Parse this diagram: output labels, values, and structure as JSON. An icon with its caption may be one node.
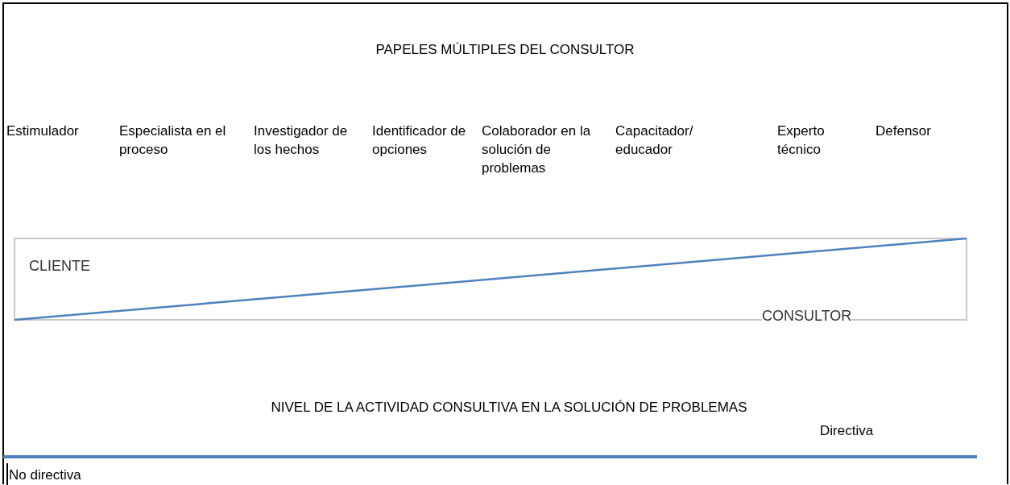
{
  "diagram": {
    "title": "PAPELES MÚLTIPLES DEL CONSULTOR",
    "labels": [
      "Estimulador",
      "Especialista en el proceso",
      "Investigador de los hechos",
      "Identificador de opciones",
      "Colaborador en la solución de problemas",
      "Capacitador/ educador",
      "Experto técnico",
      "Defensor",
      "CLIENTE",
      "CONSULTOR",
      "NIVEL DE LA ACTIVIDAD CONSULTIVA EN LA SOLUCIÓN DE PROBLEMAS",
      "Directiva",
      "No directiva"
    ]
  }
}
